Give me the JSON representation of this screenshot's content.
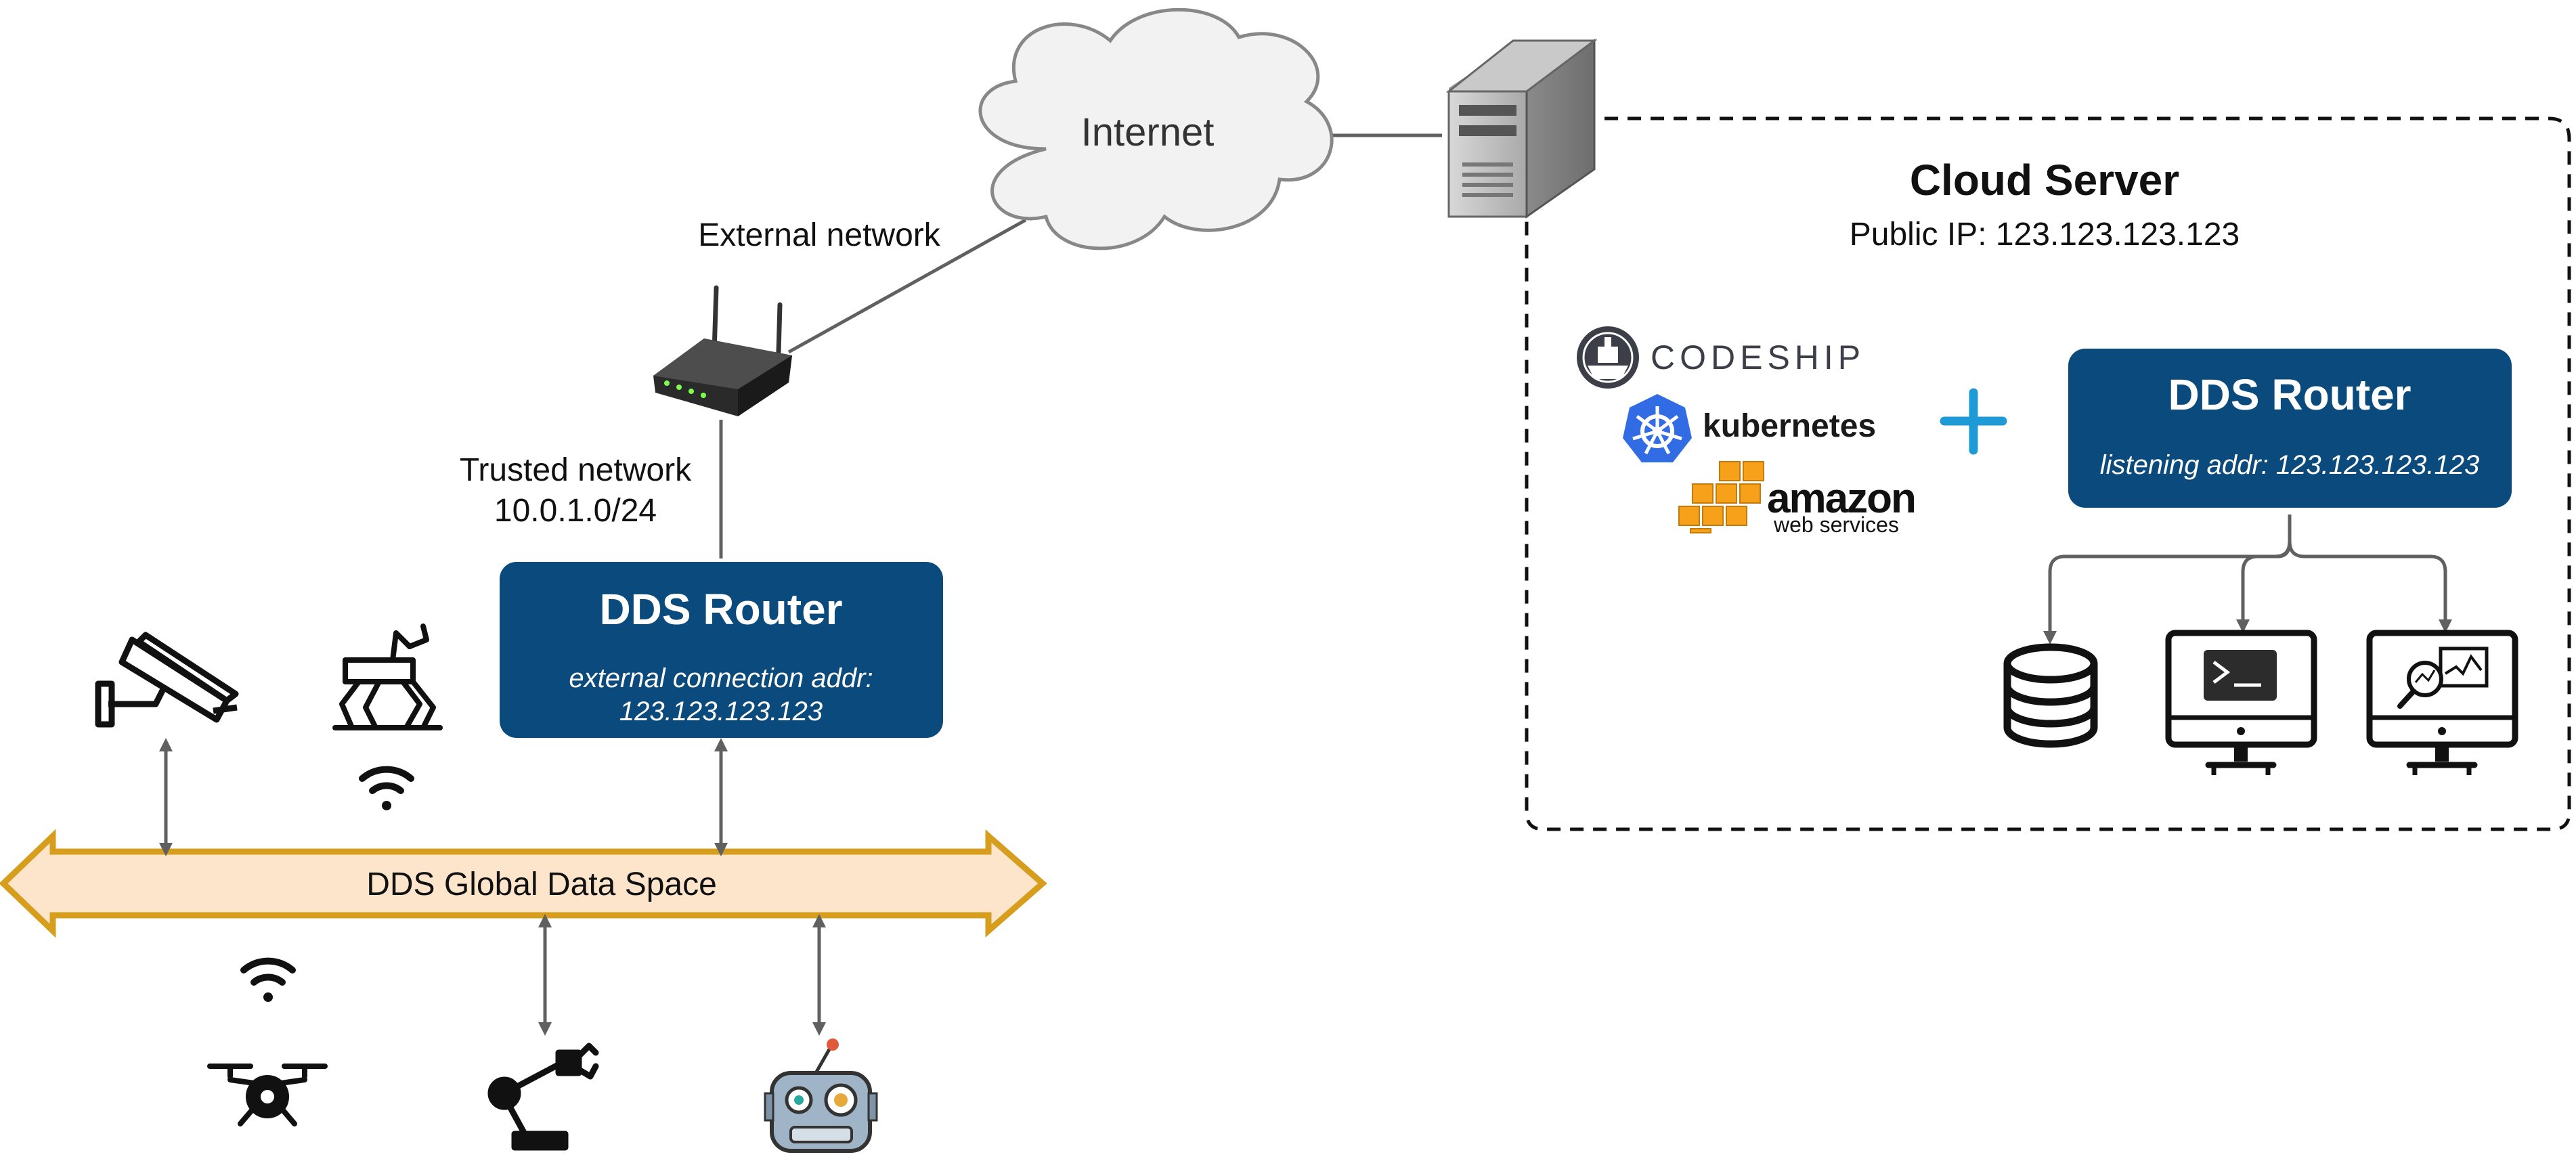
{
  "internet": {
    "label": "Internet"
  },
  "external_network": {
    "label": "External network"
  },
  "trusted_network": {
    "label": "Trusted network",
    "subnet": "10.0.1.0/24"
  },
  "local_router": {
    "title": "DDS Router",
    "address_label": "external connection addr:",
    "address": "123.123.123.123"
  },
  "cloud_server": {
    "title": "Cloud Server",
    "public_ip": "Public IP: 123.123.123.123"
  },
  "providers": {
    "codeship": "CODESHIP",
    "kubernetes": "kubernetes",
    "amazon_main": "amazon",
    "amazon_sub": "web services"
  },
  "cloud_router": {
    "title": "DDS Router",
    "address": "listening addr: 123.123.123.123"
  },
  "global_data_space": {
    "label": "DDS Global Data Space"
  },
  "colors": {
    "router_fill": "#0b4a7c",
    "data_space_fill": "#fde5cc",
    "data_space_stroke": "#d69e1c",
    "plus": "#1e9bd7",
    "kubernetes": "#326ce5",
    "amazon": "#f7a11a",
    "line": "#606060"
  },
  "icons": [
    "server-icon",
    "router-device-icon",
    "cloud-icon",
    "security-camera-icon",
    "robot-dog-icon",
    "wifi-icon",
    "drone-icon",
    "robotic-arm-icon",
    "robot-head-icon",
    "database-icon",
    "terminal-monitor-icon",
    "analytics-monitor-icon",
    "codeship-logo-icon",
    "kubernetes-logo-icon",
    "amazon-logo-icon",
    "plus-icon"
  ]
}
